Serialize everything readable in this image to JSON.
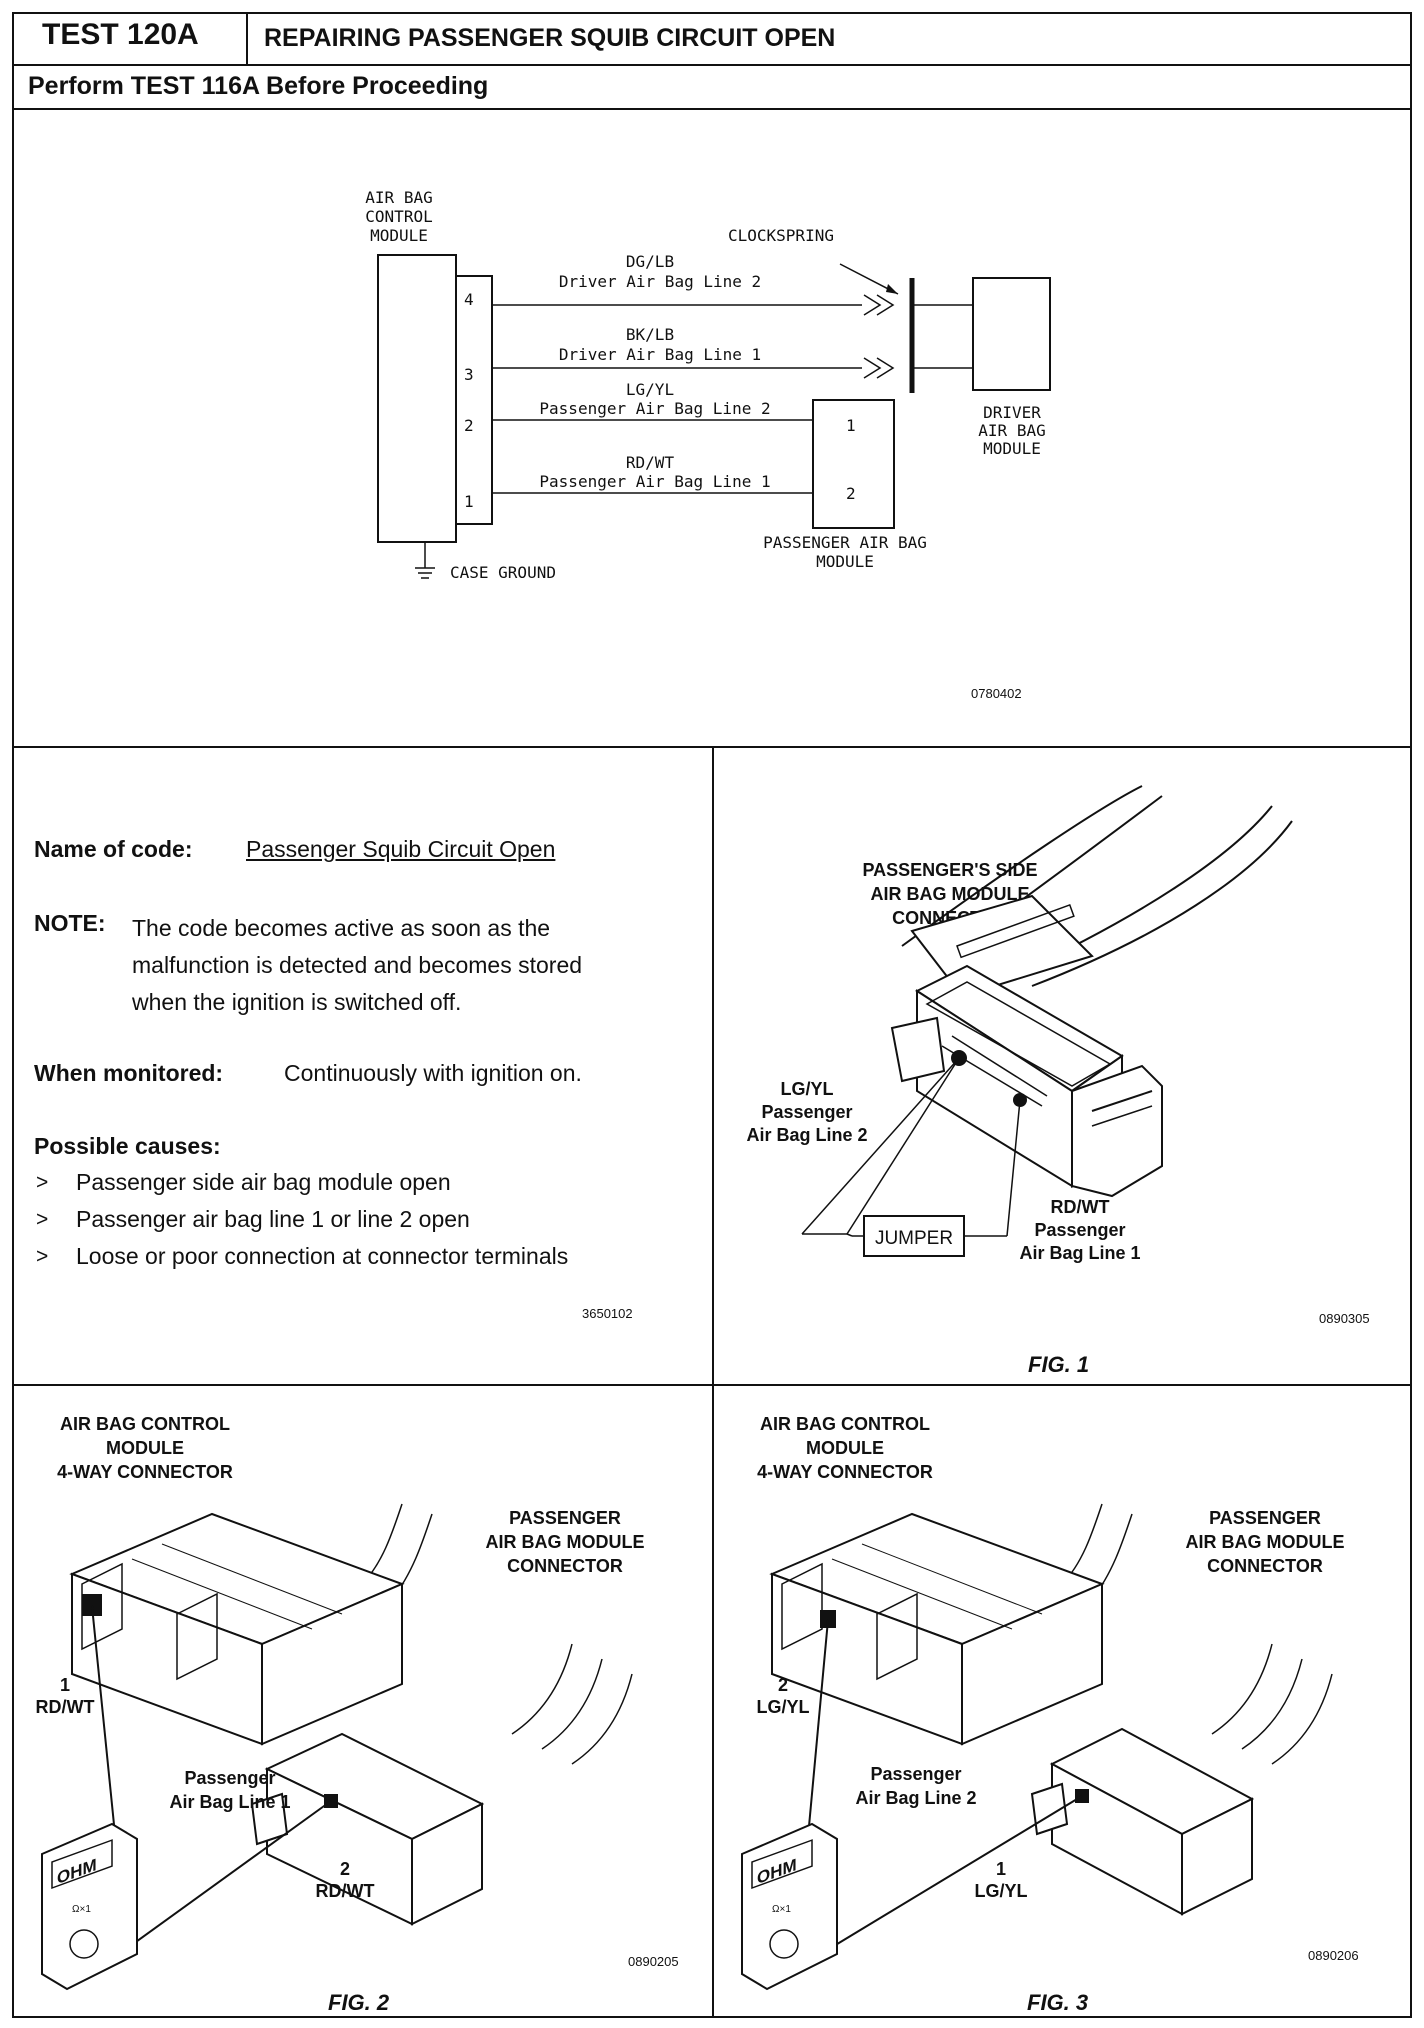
{
  "header": {
    "test_id": "TEST 120A",
    "title": "REPAIRING PASSENGER SQUIB CIRCUIT OPEN",
    "prerequisite": "Perform TEST 116A Before Proceeding"
  },
  "wiring_diagram": {
    "acm_label": [
      "AIR BAG",
      "CONTROL",
      "MODULE"
    ],
    "pins": [
      "4",
      "3",
      "2",
      "1"
    ],
    "wires": [
      {
        "color_code": "DG/LB",
        "name": "Driver Air Bag Line 2"
      },
      {
        "color_code": "BK/LB",
        "name": "Driver Air Bag Line 1"
      },
      {
        "color_code": "LG/YL",
        "name": "Passenger Air Bag Line 2"
      },
      {
        "color_code": "RD/WT",
        "name": "Passenger Air Bag Line 1"
      }
    ],
    "clockspring_label": "CLOCKSPRING",
    "driver_module_label": [
      "DRIVER",
      "AIR BAG",
      "MODULE"
    ],
    "passenger_module_pins": [
      "1",
      "2"
    ],
    "passenger_module_label": [
      "PASSENGER AIR BAG",
      "MODULE"
    ],
    "ground_label": "CASE GROUND",
    "figure_id": "0780402"
  },
  "code_info": {
    "name_label": "Name of code:",
    "name_value": "Passenger Squib Circuit Open",
    "note_label": "NOTE:",
    "note_lines": [
      "The code becomes active as soon as the",
      "malfunction is detected and becomes stored",
      "when the ignition is switched off."
    ],
    "monitored_label": "When monitored:",
    "monitored_value": "Continuously with ignition on.",
    "causes_label": "Possible causes:",
    "bullet": ">",
    "causes": [
      "Passenger side air bag module open",
      "Passenger air bag line 1 or line 2 open",
      "Loose or poor connection at connector terminals"
    ],
    "figure_id": "3650102"
  },
  "fig1": {
    "title_lines": [
      "PASSENGER'S SIDE",
      "AIR BAG MODULE",
      "CONNECTOR"
    ],
    "left_label": [
      "LG/YL",
      "Passenger",
      "Air Bag Line 2"
    ],
    "right_label": [
      "RD/WT",
      "Passenger",
      "Air Bag Line 1"
    ],
    "jumper": "JUMPER",
    "figure_id": "0890305",
    "caption": "FIG. 1"
  },
  "fig2": {
    "acm_label": [
      "AIR BAG CONTROL",
      "MODULE",
      "4-WAY CONNECTOR"
    ],
    "pass_label": [
      "PASSENGER",
      "AIR BAG MODULE",
      "CONNECTOR"
    ],
    "pin_top": [
      "1",
      "RD/WT"
    ],
    "line_label": [
      "Passenger",
      "Air Bag Line 1"
    ],
    "pin_bottom": [
      "2",
      "RD/WT"
    ],
    "meter": "OHM",
    "meter_scale": "Ω×1",
    "figure_id": "0890205",
    "caption": "FIG. 2"
  },
  "fig3": {
    "acm_label": [
      "AIR BAG CONTROL",
      "MODULE",
      "4-WAY CONNECTOR"
    ],
    "pass_label": [
      "PASSENGER",
      "AIR BAG MODULE",
      "CONNECTOR"
    ],
    "pin_top": [
      "2",
      "LG/YL"
    ],
    "line_label": [
      "Passenger",
      "Air Bag Line 2"
    ],
    "pin_bottom": [
      "1",
      "LG/YL"
    ],
    "meter": "OHM",
    "meter_scale": "Ω×1",
    "figure_id": "0890206",
    "caption": "FIG. 3"
  }
}
